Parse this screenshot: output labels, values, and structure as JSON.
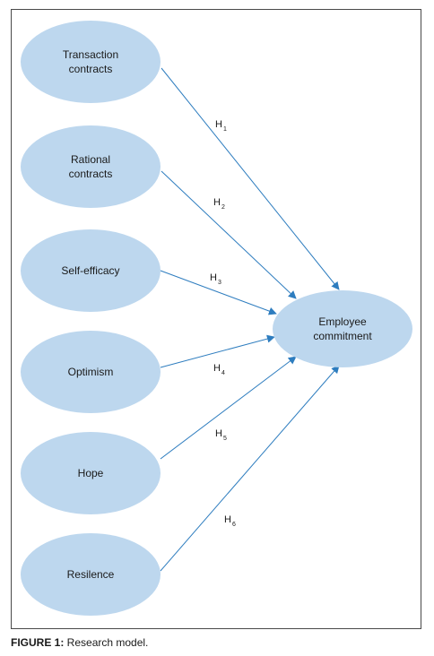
{
  "colors": {
    "node_fill": "#bdd7ee",
    "arrow": "#2e7dbf",
    "frame": "#4a4a4a"
  },
  "predictors": [
    {
      "id": "transaction",
      "lines": [
        "Transaction",
        "contracts"
      ]
    },
    {
      "id": "rational",
      "lines": [
        "Rational",
        "contracts"
      ]
    },
    {
      "id": "self-efficacy",
      "lines": [
        "Self-efficacy"
      ]
    },
    {
      "id": "optimism",
      "lines": [
        "Optimism"
      ]
    },
    {
      "id": "hope",
      "lines": [
        "Hope"
      ]
    },
    {
      "id": "resilence",
      "lines": [
        "Resilence"
      ]
    }
  ],
  "outcome": {
    "id": "employee-commitment",
    "lines": [
      "Employee",
      "commitment"
    ]
  },
  "hypotheses": [
    {
      "letter": "H",
      "sub": "1"
    },
    {
      "letter": "H",
      "sub": "2"
    },
    {
      "letter": "H",
      "sub": "3"
    },
    {
      "letter": "H",
      "sub": "4"
    },
    {
      "letter": "H",
      "sub": "5"
    },
    {
      "letter": "H",
      "sub": "6"
    }
  ],
  "caption": {
    "lead": "FIGURE 1:",
    "text": " Research model."
  }
}
